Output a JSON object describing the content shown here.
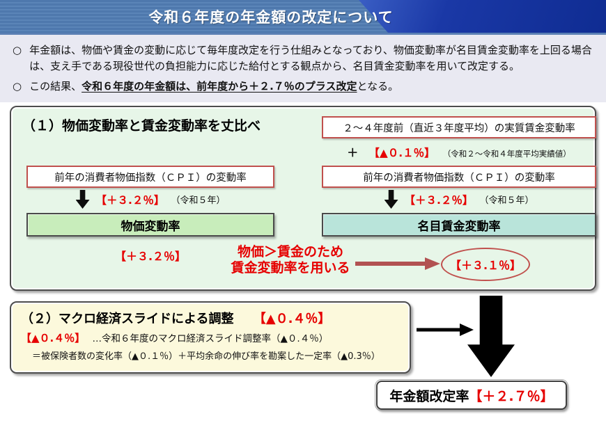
{
  "header": {
    "title": "令和６年度の年金額の改定について"
  },
  "intro": {
    "bullet_marker": "○",
    "bullet1": "年金額は、物価や賃金の変動に応じて毎年度改定を行う仕組みとなっており、物価変動率が名目賃金変動率を上回る場合は、支え手である現役世代の負担能力に応じた給付とする観点から、名目賃金変動率を用いて改定する。",
    "bullet2_prefix": "この結果、",
    "bullet2_emphasis": "令和６年度の年金額は、前年度から＋２.７％のプラス改定",
    "bullet2_suffix": "となる。"
  },
  "section1": {
    "title": "（１）物価変動率と賃金変動率を丈比べ",
    "real_wage_box": "２～４年度前（直近３年度平均）の実質賃金変動率",
    "plus_sign": "＋",
    "real_wage_value": "【▲０.１％】",
    "real_wage_note": "（令和２～令和４年度平均実績値）",
    "cpi_box_left": "前年の消費者物価指数（ＣＰＩ）の変動率",
    "cpi_box_right": "前年の消費者物価指数（ＣＰＩ）の変動率",
    "cpi_value_left": "【＋３.２％】",
    "cpi_note_left": "（令和５年）",
    "cpi_value_right": "【＋３.２％】",
    "cpi_note_right": "（令和５年）",
    "price_rate_label": "物価変動率",
    "wage_rate_label": "名目賃金変動率",
    "price_rate_value": "【＋３.２％】",
    "conclusion_line1": "物価＞賃金のため",
    "conclusion_line2": "賃金変動率を用いる",
    "wage_rate_value": "【＋３.１％】"
  },
  "section2": {
    "title": "（２）マクロ経済スライドによる調整",
    "title_value": "【▲０.４％】",
    "detail_value": "【▲０.４％】",
    "detail_text": "…令和６年度のマクロ経済スライド調整率（▲０.４％）",
    "formula_text": "＝被保険者数の変化率（▲０.１％）＋平均余命の伸び率を勘案した一定率（▲0.3％）"
  },
  "result": {
    "label": "年金額改定率",
    "value": "【＋２.７％】"
  },
  "colors": {
    "header_stripe_blue": "#4e78ad",
    "header_dark_blue": "#16339f",
    "intro_background": "#e9e9f2",
    "section1_background": "#e7f6e8",
    "section2_background": "#fcf9dc",
    "price_bar_green": "#c8edbb",
    "wage_bar_teal": "#b9e4da",
    "accent_red": "#e60000",
    "brick_red_border": "#c0504d"
  }
}
